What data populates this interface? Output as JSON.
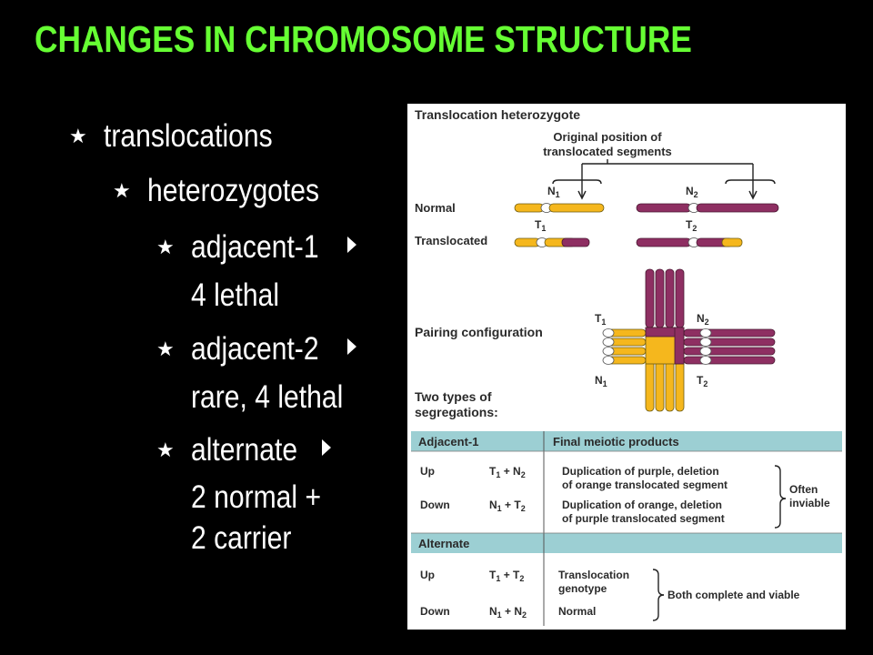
{
  "title": "CHANGES IN CHROMOSOME STRUCTURE",
  "bullets": {
    "b1": "translocations",
    "b2": "heterozygotes",
    "b3_l1": "adjacent-1",
    "b3_l2": "4 lethal",
    "b4_l1": "adjacent-2",
    "b4_l2": "rare, 4 lethal",
    "b5_l1": "alternate",
    "b5_l2": "2 normal +",
    "b5_l3": "2 carrier"
  },
  "figure": {
    "heading": "Translocation heterozygote",
    "original_l1": "Original position of",
    "original_l2": "translocated segments",
    "normal": "Normal",
    "translocated": "Translocated",
    "pairing": "Pairing configuration",
    "two_types_l1": "Two types of",
    "two_types_l2": "segregations:",
    "adj_header": "Adjacent-1",
    "final_header": "Final meiotic products",
    "up": "Up",
    "down": "Down",
    "adj_up_l1": "Duplication of purple, deletion",
    "adj_up_l2": "of orange translocated segment",
    "adj_down_l1": "Duplication of orange, deletion",
    "adj_down_l2": "of purple translocated segment",
    "often_l1": "Often",
    "often_l2": "inviable",
    "alt_header": "Alternate",
    "alt_up_l1": "Translocation",
    "alt_up_l2": "genotype",
    "alt_down": "Normal",
    "both": "Both complete and viable"
  },
  "colors": {
    "title": "#66ff33",
    "orange": "#f5b71d",
    "purple": "#8e2f62",
    "table_header": "#9ccfd3"
  }
}
